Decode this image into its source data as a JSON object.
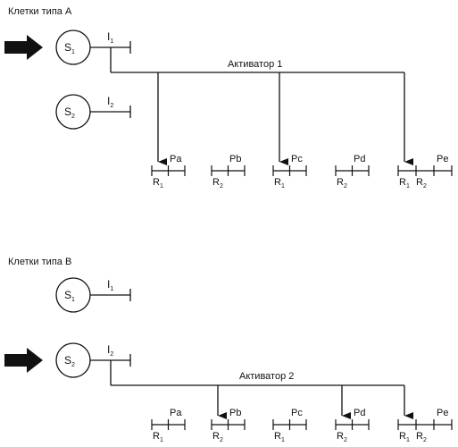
{
  "panels": [
    {
      "title": "Клетки типа A",
      "activator": "Активатор 1",
      "signals": [
        {
          "s": "S",
          "s_sub": "1",
          "i": "I",
          "i_sub": "1",
          "active": true
        },
        {
          "s": "S",
          "s_sub": "2",
          "i": "I",
          "i_sub": "2",
          "active": false
        }
      ],
      "genes": [
        {
          "p": "Pa",
          "r": [
            {
              "t": "R",
              "sub": "1"
            }
          ],
          "arrow": true
        },
        {
          "p": "Pb",
          "r": [
            {
              "t": "R",
              "sub": "2"
            }
          ],
          "arrow": false
        },
        {
          "p": "Pc",
          "r": [
            {
              "t": "R",
              "sub": "1"
            }
          ],
          "arrow": true
        },
        {
          "p": "Pd",
          "r": [
            {
              "t": "R",
              "sub": "2"
            }
          ],
          "arrow": false
        },
        {
          "p": "Pe",
          "r": [
            {
              "t": "R",
              "sub": "1"
            },
            {
              "t": "R",
              "sub": "2"
            }
          ],
          "arrow": true
        }
      ]
    },
    {
      "title": "Клетки типа B",
      "activator": "Активатор 2",
      "signals": [
        {
          "s": "S",
          "s_sub": "1",
          "i": "I",
          "i_sub": "1",
          "active": false
        },
        {
          "s": "S",
          "s_sub": "2",
          "i": "I",
          "i_sub": "2",
          "active": true
        }
      ],
      "genes": [
        {
          "p": "Pa",
          "r": [
            {
              "t": "R",
              "sub": "1"
            }
          ],
          "arrow": false
        },
        {
          "p": "Pb",
          "r": [
            {
              "t": "R",
              "sub": "2"
            }
          ],
          "arrow": true
        },
        {
          "p": "Pc",
          "r": [
            {
              "t": "R",
              "sub": "1"
            }
          ],
          "arrow": false
        },
        {
          "p": "Pd",
          "r": [
            {
              "t": "R",
              "sub": "2"
            }
          ],
          "arrow": true
        },
        {
          "p": "Pe",
          "r": [
            {
              "t": "R",
              "sub": "1"
            },
            {
              "t": "R",
              "sub": "2"
            }
          ],
          "arrow": true
        }
      ]
    }
  ]
}
